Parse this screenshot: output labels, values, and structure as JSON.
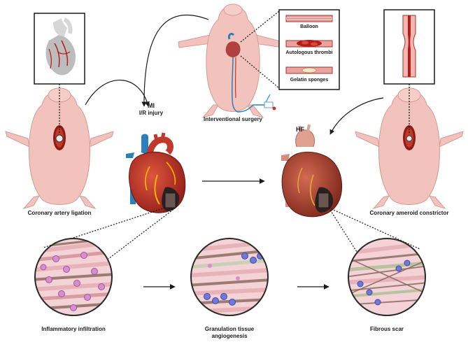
{
  "labels": {
    "left_pig": "Coronary artery ligation",
    "center_pig": "Interventional surgery",
    "right_pig": "Coronary ameroid constrictor",
    "mi_line1": "MI",
    "mi_line2": "I/R injury",
    "hf": "HF",
    "circle1": "Inflammatory infiltration",
    "circle2_line1": "Granulation tissue",
    "circle2_line2": "angiogenesis",
    "circle3": "Fibrous scar"
  },
  "methods": [
    {
      "label": "Balloon",
      "icon": "balloon-vessel-icon"
    },
    {
      "label": "Autologous thrombi",
      "icon": "thrombi-vessel-icon"
    },
    {
      "label": "Gelatin sponges",
      "icon": "sponge-vessel-icon"
    }
  ],
  "colors": {
    "pig_skin": "#f2c3bd",
    "pig_outline": "#d59b94",
    "heart_red": "#c0392b",
    "heart_dark": "#8e1b16",
    "aorta_blue": "#2c7fb8",
    "infarct_dark": "#2b1f1f",
    "hf_heart": "#b84634",
    "tissue_pink": "#f3d3d6",
    "fiber_pink": "#e7b3b8",
    "fiber_brown": "#9c7b72",
    "inflam_cell": "#d58fd0",
    "blue_cell": "#6f79d8",
    "arrow": "#1a1a1a"
  }
}
